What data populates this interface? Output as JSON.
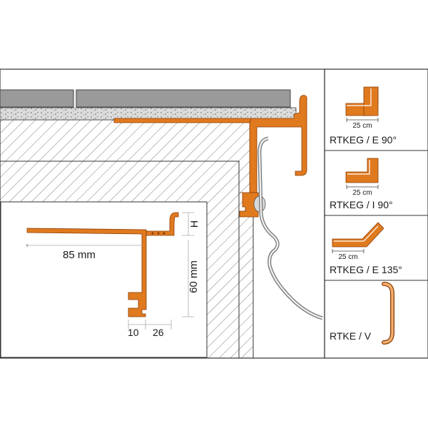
{
  "colors": {
    "profile_orange": "#e07a1f",
    "profile_outline": "#8a3c05",
    "frame": "#333333",
    "hatch": "#7a7a7a",
    "tile_gray": "#9a9a9a",
    "rtke_fill": "#f3b070"
  },
  "dimensions": {
    "width_label": "85 mm",
    "height_label": "60 mm",
    "h_label": "H",
    "dim_10": "10",
    "dim_26": "26"
  },
  "variants": [
    {
      "name": "RTKEG / E 90°",
      "length": "25 cm",
      "icon": "outside-corner-90-icon"
    },
    {
      "name": "RTKEG / I 90°",
      "length": "25 cm",
      "icon": "inside-corner-90-icon"
    },
    {
      "name": "RTKEG / E 135°",
      "length": "25 cm",
      "icon": "outside-corner-135-icon"
    },
    {
      "name": "RTKE / V",
      "length": "",
      "icon": "connector-bracket-icon"
    }
  ]
}
